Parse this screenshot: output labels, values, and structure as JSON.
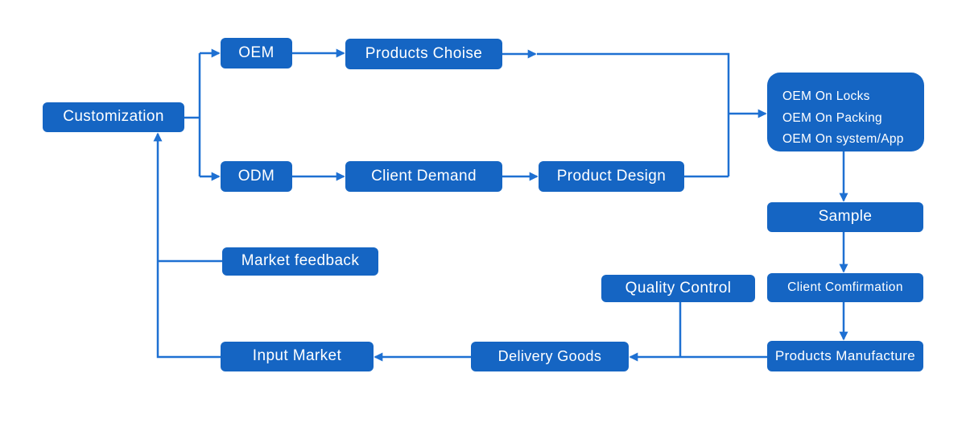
{
  "diagram": {
    "colors": {
      "node_fill": "#1565c3",
      "connector": "#1e70d2",
      "node_text": "#ffffff",
      "background": "#ffffff"
    },
    "nodes": {
      "customization": {
        "label": "Customization"
      },
      "oem": {
        "label": "OEM"
      },
      "products_choise": {
        "label": "Products Choise"
      },
      "odm": {
        "label": "ODM"
      },
      "client_demand": {
        "label": "Client Demand"
      },
      "product_design": {
        "label": "Product Design"
      },
      "oem_details": {
        "lines": [
          "OEM On Locks",
          "OEM On Packing",
          "OEM On system/App"
        ]
      },
      "sample": {
        "label": "Sample"
      },
      "client_comfirmation": {
        "label": "Client Comfirmation"
      },
      "products_manufacture": {
        "label": "Products Manufacture"
      },
      "quality_control": {
        "label": "Quality Control"
      },
      "delivery_goods": {
        "label": "Delivery Goods"
      },
      "input_market": {
        "label": "Input Market"
      },
      "market_feedback": {
        "label": "Market feedback"
      }
    },
    "edges": [
      {
        "from": "customization",
        "to": "oem"
      },
      {
        "from": "customization",
        "to": "odm"
      },
      {
        "from": "oem",
        "to": "products_choise"
      },
      {
        "from": "odm",
        "to": "client_demand"
      },
      {
        "from": "client_demand",
        "to": "product_design"
      },
      {
        "from": "products_choise",
        "to": "oem_details"
      },
      {
        "from": "product_design",
        "to": "oem_details"
      },
      {
        "from": "oem_details",
        "to": "sample"
      },
      {
        "from": "sample",
        "to": "client_comfirmation"
      },
      {
        "from": "client_comfirmation",
        "to": "products_manufacture"
      },
      {
        "from": "products_manufacture",
        "to": "delivery_goods"
      },
      {
        "from": "quality_control",
        "to": "delivery_goods"
      },
      {
        "from": "delivery_goods",
        "to": "input_market"
      },
      {
        "from": "input_market",
        "to": "customization"
      },
      {
        "from": "market_feedback",
        "to": "customization"
      }
    ]
  }
}
